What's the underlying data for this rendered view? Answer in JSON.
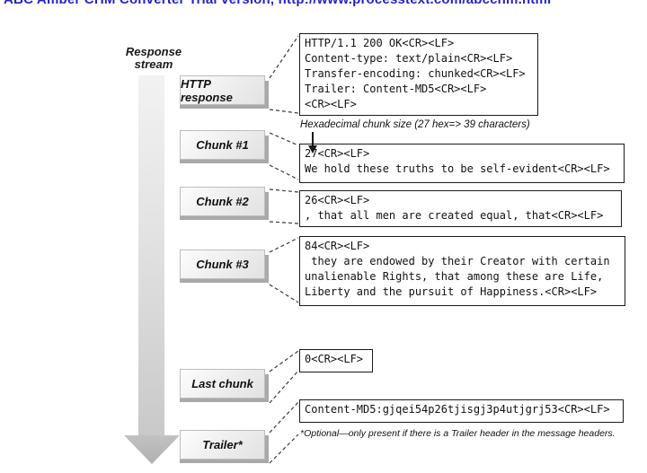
{
  "watermark": {
    "text": "ABC Amber CHM Converter Trial version, http://www.processtext.com/abcchm.html",
    "color": "#2424c8"
  },
  "stream": {
    "label_line1": "Response",
    "label_line2": "stream"
  },
  "annotation": {
    "text": "Hexadecimal chunk size (27 hex=> 39 characters)"
  },
  "footnote": {
    "text": "*Optional—only present if there is a Trailer header in the message headers."
  },
  "rows": [
    {
      "label": "HTTP response",
      "code": [
        "HTTP/1.1 200 OK<CR><LF>",
        "Content-type: text/plain<CR><LF>",
        "Transfer-encoding: chunked<CR><LF>",
        "Trailer: Content-MD5<CR><LF>",
        "<CR><LF>"
      ]
    },
    {
      "label": "Chunk #1",
      "code": [
        "27<CR><LF>",
        "We hold these truths to be self-evident<CR><LF>"
      ]
    },
    {
      "label": "Chunk #2",
      "code": [
        "26<CR><LF>",
        ", that all men are created equal, that<CR><LF>"
      ]
    },
    {
      "label": "Chunk #3",
      "code": [
        "84<CR><LF>",
        " they are endowed by their Creator with certain",
        "unalienable Rights, that among these are Life,",
        "Liberty and the pursuit of Happiness.<CR><LF>"
      ]
    },
    {
      "label": "Last chunk",
      "code": [
        "0<CR><LF>"
      ]
    },
    {
      "label": "Trailer*",
      "code": [
        "Content-MD5:gjqei54p26tjisgj3p4utjgrj53<CR><LF>"
      ]
    }
  ],
  "colors": {
    "watermark_blue": "#2424c8",
    "tab_face": "#ececec",
    "tab_shadow": "#a9a9a9",
    "arrow_gray": "#c2c2c2",
    "box_border": "#1a1a1a"
  }
}
